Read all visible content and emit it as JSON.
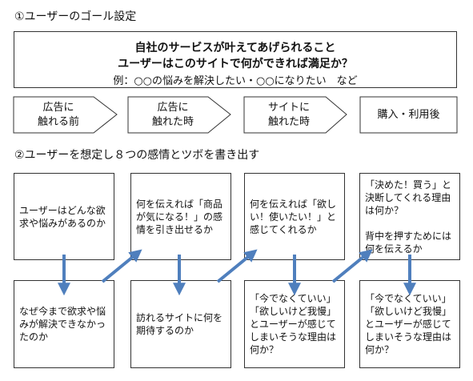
{
  "section1": {
    "title": "①ユーザーのゴール設定"
  },
  "goal": {
    "line1": "自社のサービスが叶えてあげられること",
    "line2": "ユーザーはこのサイトで何ができれば満足か？",
    "example": "例：○○の悩みを解決したい・○○になりたい　など"
  },
  "stages": [
    {
      "label": "広告に\n触れる前"
    },
    {
      "label": "広告に\n触れた時"
    },
    {
      "label": "サイトに\n触れた時"
    },
    {
      "label": "購入・利用後"
    }
  ],
  "section2": {
    "title": "②ユーザーを想定し８つの感情とツボを書き出す"
  },
  "cards_top": [
    {
      "text": "ユーザーはどんな欲求や悩みがあるのか"
    },
    {
      "text": "何を伝えれば「商品が気になる！」の感情を引き出せるか"
    },
    {
      "text": "何を伝えれば「欲しい！使いたい！」と感じてくれるか"
    },
    {
      "text": "「決めた！買う」と決断してくれる理由は何か？\n\n背中を押すためには何を伝えるか"
    }
  ],
  "cards_bottom": [
    {
      "text": "なぜ今まで欲求や悩みが解決できなかったのか"
    },
    {
      "text": "訪れるサイトに何を期待するのか"
    },
    {
      "text": "「今でなくていい」「欲しいけど我慢」とユーザーが感じてしまいそうな理由は何か？"
    },
    {
      "text": "「今でなくていい」「欲しいけど我慢」とユーザーが感じてしまいそうな理由は何か？"
    }
  ],
  "colors": {
    "arrow": "#4f7fbd",
    "border": "#333333"
  }
}
